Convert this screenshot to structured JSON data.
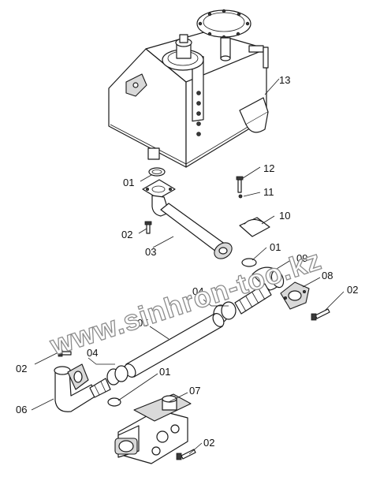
{
  "watermark": "www.sinhron-too.kz",
  "callouts": {
    "c13": "13",
    "c01a": "01",
    "c12": "12",
    "c11": "11",
    "c10": "10",
    "c02a": "02",
    "c03": "03",
    "c01b": "01",
    "c09": "09",
    "c04a": "04",
    "c08": "08",
    "c02b": "02",
    "c05": "05",
    "c02c": "02",
    "c04b": "04",
    "c01c": "01",
    "c06": "06",
    "c07": "07",
    "c02d": "02"
  }
}
